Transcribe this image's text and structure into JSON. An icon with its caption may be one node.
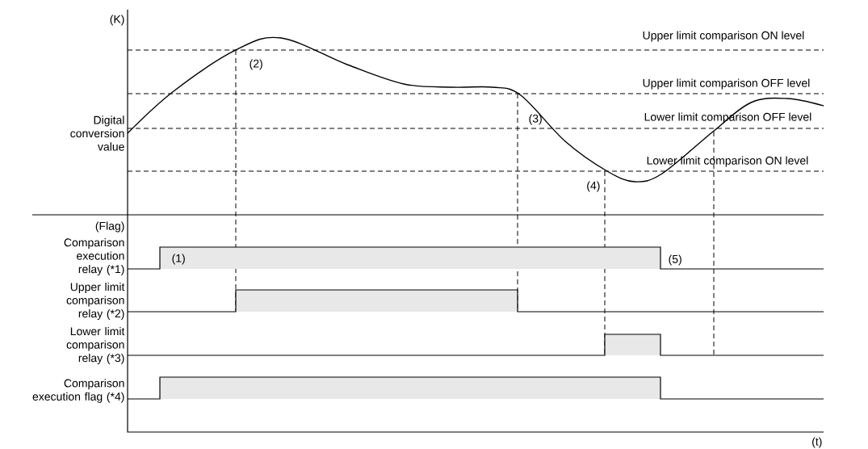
{
  "diagram": {
    "labels": [
      "(K)",
      "Upper limit comparison ON level",
      "(2)",
      "Upper limit comparison OFF level",
      "Digital conversion value",
      "(3)",
      "Lower limit comparison OFF level",
      "Lower limit comparison ON level",
      "(4)",
      "(Flag)",
      "Comparison execution relay (*1)",
      "(1)",
      "(5)",
      "Upper limit comparison relay (*2)",
      "Lower limit comparison relay (*3)",
      "Comparison execution flag (*4)",
      "(t)"
    ]
  }
}
